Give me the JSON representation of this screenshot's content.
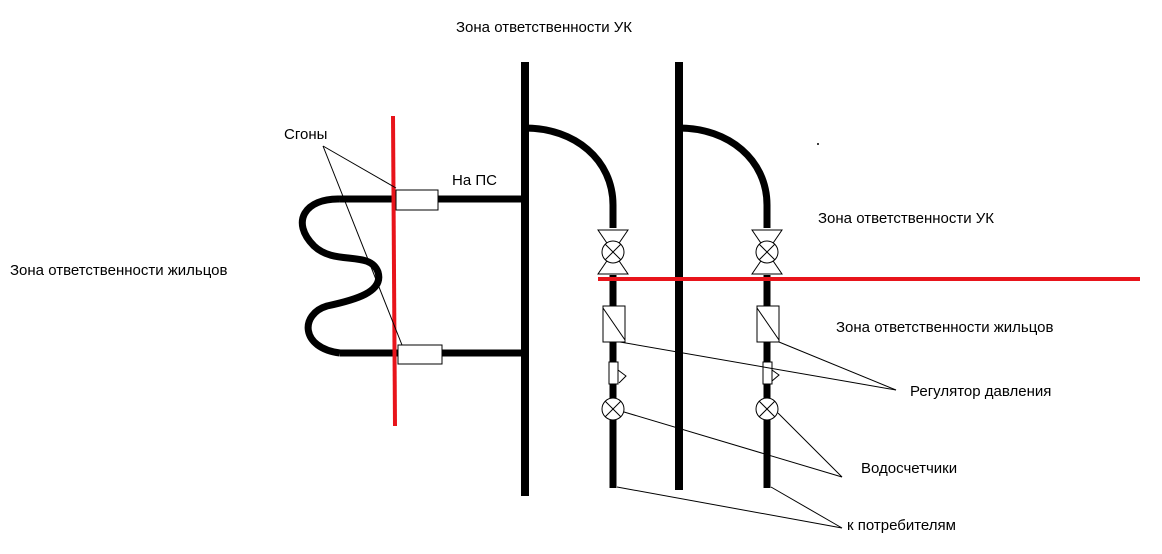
{
  "labels": {
    "zone_uk_top": "Зона ответственности УК",
    "zone_uk_right": "Зона ответственности УК",
    "zone_residents_left": "Зона ответственности жильцов",
    "zone_residents_right": "Зона ответственности жильцов",
    "gony": "Сгоны",
    "na_ps": "На ПС",
    "pressure_regulator": "Регулятор давления",
    "water_meters": "Водосчетчики",
    "to_consumers": "к потребителям"
  },
  "colors": {
    "pipe": "#000000",
    "boundary": "#e8141b",
    "background": "#ffffff"
  }
}
